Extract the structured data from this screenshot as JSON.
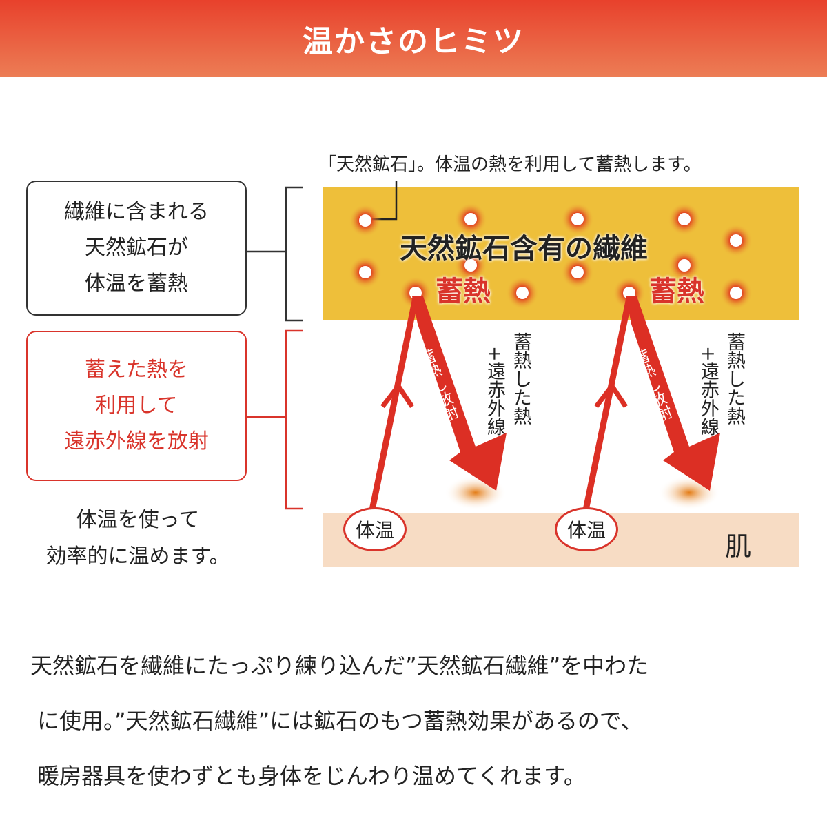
{
  "header": {
    "title": "温かさのヒミツ"
  },
  "diagram": {
    "caption": "「天然鉱石」。体温の熱を利用して蓄熱します。",
    "fiber_label": "天然鉱石含有の繊維",
    "storage_label": "蓄熱",
    "arrow_label": "蓄熱し放射",
    "side_label_1": "蓄熱した熱",
    "side_label_2": "+遠赤外線",
    "body_temp": "体温",
    "skin": "肌",
    "colors": {
      "fiber": "#eebf3a",
      "skin": "#f7dcc4",
      "arrow": "#dc2f24"
    }
  },
  "left": {
    "box1": [
      "繊維に含まれる",
      "天然鉱石が",
      "体温を蓄熱"
    ],
    "box2": [
      "蓄えた熱を",
      "利用して",
      "遠赤外線を放射"
    ],
    "note": [
      "体温を使って",
      "効率的に温めます。"
    ]
  },
  "description": [
    "天然鉱石を繊維にたっぷり練り込んだ”天然鉱石繊維”を中わた",
    "に使用。”天然鉱石繊維”には鉱石のもつ蓄熱効果があるので、",
    "暖房器具を使わずとも身体をじんわり温めてくれます。"
  ]
}
